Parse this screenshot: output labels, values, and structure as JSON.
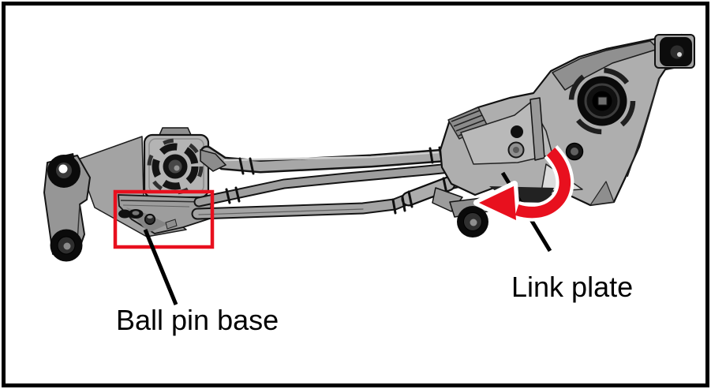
{
  "figure": {
    "background": "#ffffff",
    "border_color": "#000000"
  },
  "colors": {
    "annotation_red": "#e8101e",
    "part_gray": "#ababab",
    "part_dark": "#0d0d0d",
    "outline_black": "#141414",
    "label_black": "#000000",
    "background": "#ffffff"
  },
  "labels": {
    "ball_pin_base": "Ball pin base",
    "link_plate": "Link plate"
  },
  "annotations": {
    "highlight_box": {
      "x": "146",
      "y": "243",
      "width": "123",
      "height": "70"
    },
    "rotation_arrow": {
      "style": "curved",
      "direction": "counterclockwise"
    }
  }
}
